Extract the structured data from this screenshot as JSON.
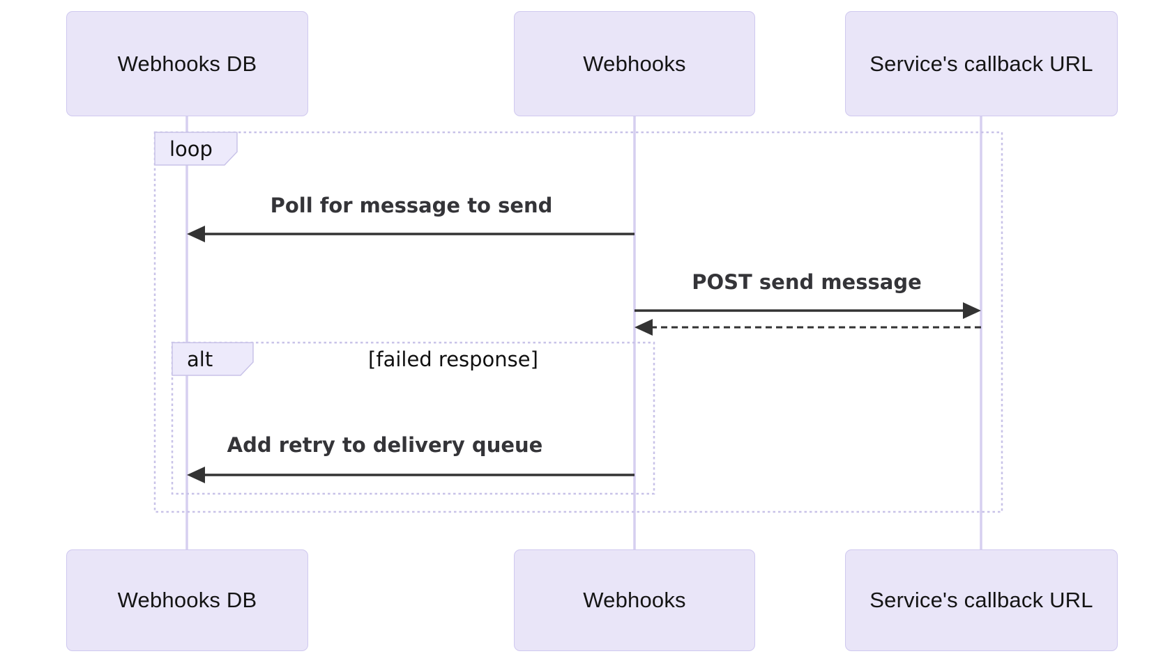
{
  "diagram": {
    "type": "sequence-diagram",
    "participants": [
      {
        "id": "webhooks-db",
        "label": "Webhooks DB"
      },
      {
        "id": "webhooks",
        "label": "Webhooks"
      },
      {
        "id": "service-callback-url",
        "label": "Service's callback URL"
      }
    ],
    "frames": [
      {
        "kind": "loop",
        "label": "loop"
      },
      {
        "kind": "alt",
        "label": "alt",
        "condition": "[failed response]"
      }
    ],
    "messages": [
      {
        "from": "Webhooks",
        "to": "Webhooks DB",
        "label": "Poll for message to send",
        "line": "solid",
        "direction": "left"
      },
      {
        "from": "Webhooks",
        "to": "Service's callback URL",
        "label": "POST send message",
        "line": "solid",
        "direction": "right"
      },
      {
        "from": "Service's callback URL",
        "to": "Webhooks",
        "label": "",
        "line": "dashed",
        "direction": "left"
      },
      {
        "from": "Webhooks",
        "to": "Webhooks DB",
        "label": "Add retry to delivery queue",
        "line": "solid",
        "direction": "left"
      }
    ],
    "colors": {
      "background": "#ffffff",
      "participant_fill": "#e9e5f8",
      "participant_border": "#cfc8ef",
      "lifeline": "#d6cff0",
      "frame_border": "#c8c2e8",
      "frame_label_fill": "#edeafb",
      "message_text": "#343438",
      "arrow": "#333333",
      "participant_text": "#141414"
    }
  }
}
